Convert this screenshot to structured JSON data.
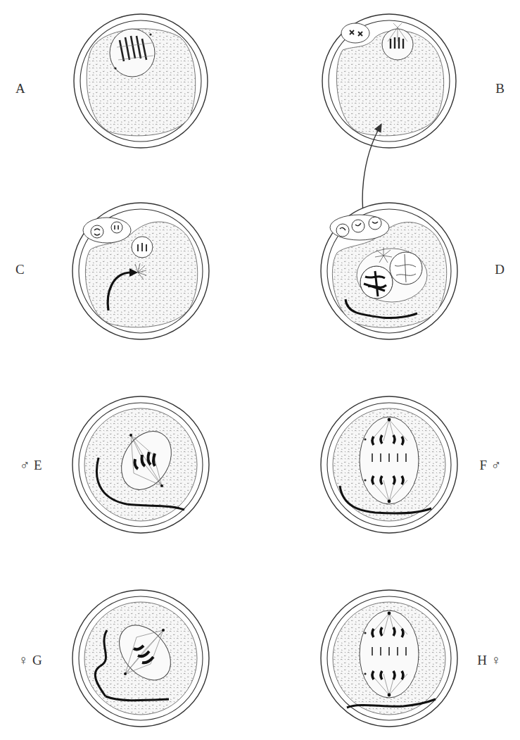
{
  "diagram": {
    "labels": [
      "A",
      "B",
      "C",
      "D",
      "♂",
      "E",
      "F",
      "♂",
      "♀",
      "G",
      "H",
      "♀"
    ]
  }
}
